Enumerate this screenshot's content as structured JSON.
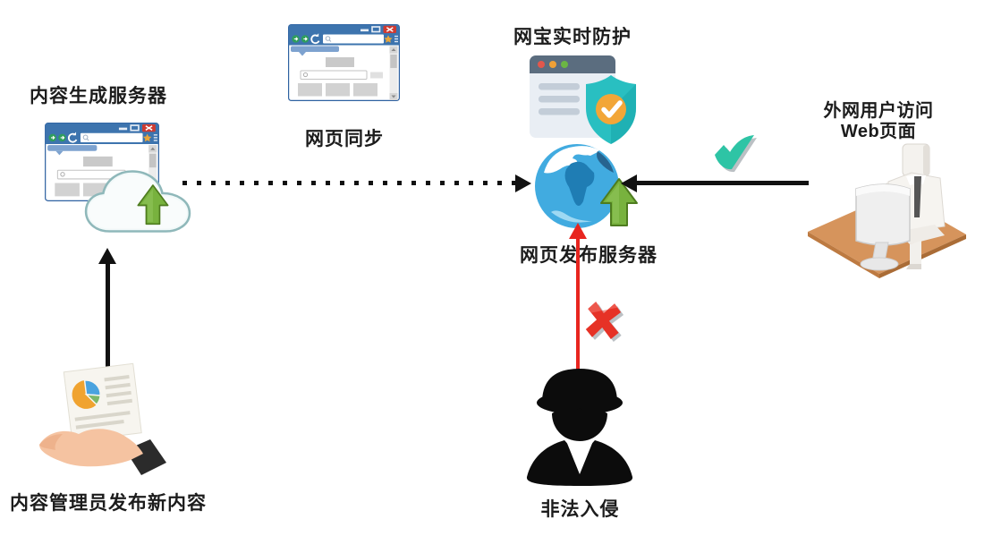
{
  "diagram": {
    "nodes": {
      "content_server": {
        "label": "内容生成服务器",
        "icon": "browser-window-with-cloud-upload"
      },
      "web_sync": {
        "label": "网页同步",
        "icon": "browser-window"
      },
      "protection": {
        "label": "网宝实时防护",
        "icon": "webpage-with-shield-check"
      },
      "publish_server": {
        "label": "网页发布服务器",
        "icon": "globe-with-upload-arrow"
      },
      "external_user": {
        "line1": "外网用户访问",
        "line2": "Web页面",
        "icon": "person-at-desk"
      },
      "admin": {
        "label": "内容管理员发布新内容",
        "icon": "hand-holding-report"
      },
      "intrusion": {
        "label": "非法入侵",
        "icon": "spy-silhouette"
      }
    },
    "marks": {
      "allowed": "green-check-icon",
      "blocked": "red-cross-icon"
    },
    "edges": [
      {
        "from": "content_server",
        "to": "publish_server",
        "style": "dotted-black-arrow"
      },
      {
        "from": "external_user",
        "to": "publish_server",
        "style": "solid-black-arrow",
        "mark": "allowed"
      },
      {
        "from": "intrusion",
        "to": "publish_server",
        "style": "solid-red-arrow",
        "mark": "blocked"
      },
      {
        "from": "admin",
        "to": "content_server",
        "style": "solid-black-arrow"
      }
    ],
    "colors": {
      "arrow_black": "#111111",
      "arrow_red": "#e8251f",
      "check_green": "#2ec4a5",
      "cross_red": "#e63226",
      "browser_blue": "#3d74ae",
      "shield_teal": "#29bfc1",
      "badge_orange": "#f2a637",
      "upload_green": "#78b23e",
      "desk_tan": "#d6945c",
      "globe_blue": "#41abe0"
    }
  }
}
